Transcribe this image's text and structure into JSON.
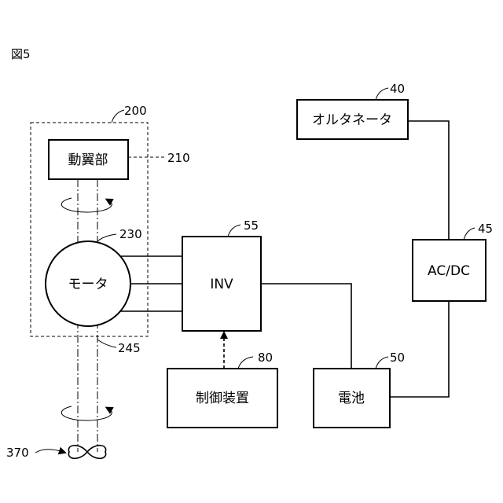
{
  "figure_label": "図5",
  "unit_200": {
    "ref": "200"
  },
  "rotor": {
    "label": "動翼部",
    "ref": "210"
  },
  "motor": {
    "label": "モータ",
    "ref": "230"
  },
  "shaft": {
    "ref": "245"
  },
  "fan": {
    "ref": "370"
  },
  "inverter": {
    "label": "INV",
    "ref": "55"
  },
  "controller": {
    "label": "制御装置",
    "ref": "80"
  },
  "alternator": {
    "label": "オルタネータ",
    "ref": "40"
  },
  "acdc": {
    "label": "AC/DC",
    "ref": "45"
  },
  "battery": {
    "label": "電池",
    "ref": "50"
  }
}
